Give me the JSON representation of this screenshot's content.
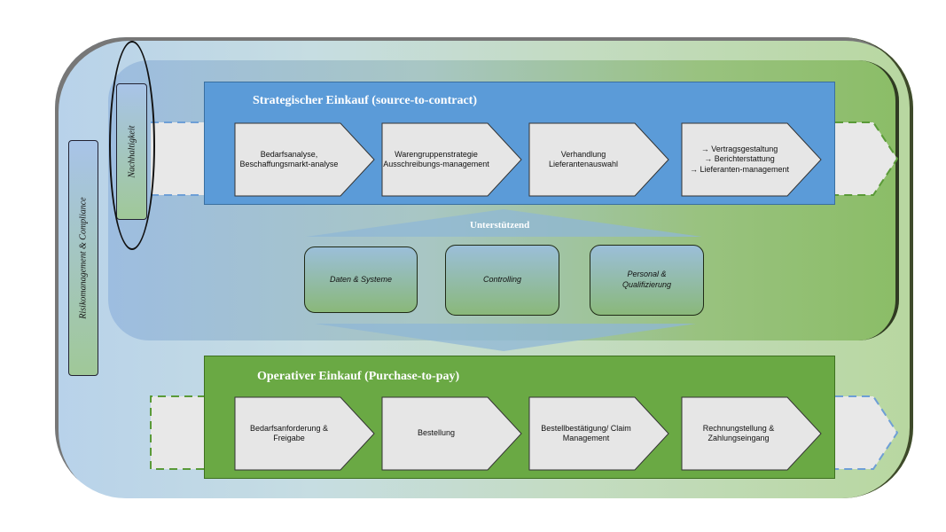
{
  "diagram": {
    "side_labels": {
      "risk": "Risikomanagement & Compliance",
      "sustainability": "Nachhaltigkeit"
    },
    "strategic": {
      "title": "Strategischer Einkauf (source-to-contract)",
      "steps": [
        {
          "line1": "Bedarfsanalyse,",
          "line2": "Beschaffungsmarkt-analyse",
          "line3": ""
        },
        {
          "line1": "Warengruppenstrategie",
          "line2": "Ausschreibungs-management",
          "line3": ""
        },
        {
          "line1": "Verhandlung",
          "line2": "Lieferantenauswahl",
          "line3": ""
        },
        {
          "line1": "→ Vertragsgestaltung",
          "line2": "→ Berichterstattung",
          "line3": "→ Lieferanten-management"
        }
      ]
    },
    "supporting": {
      "title": "Unterstützend",
      "items": [
        {
          "line1": "Daten & Systeme",
          "line2": ""
        },
        {
          "line1": "Controlling",
          "line2": ""
        },
        {
          "line1": "Personal &",
          "line2": "Qualifizierung"
        }
      ]
    },
    "operative": {
      "title": "Operativer Einkauf (Purchase-to-pay)",
      "steps": [
        {
          "line1": "Bedarfsanforderung &",
          "line2": "Freigabe"
        },
        {
          "line1": "Bestellung",
          "line2": ""
        },
        {
          "line1": "Bestellbestätigung/ Claim",
          "line2": "Management"
        },
        {
          "line1": "Rechnungstellung &",
          "line2": "Zahlungseingang"
        }
      ]
    },
    "colors": {
      "strategic_band": "#5b9bd8",
      "operative_band": "#6aa944",
      "chevron_fill": "#e6e6e6"
    }
  }
}
